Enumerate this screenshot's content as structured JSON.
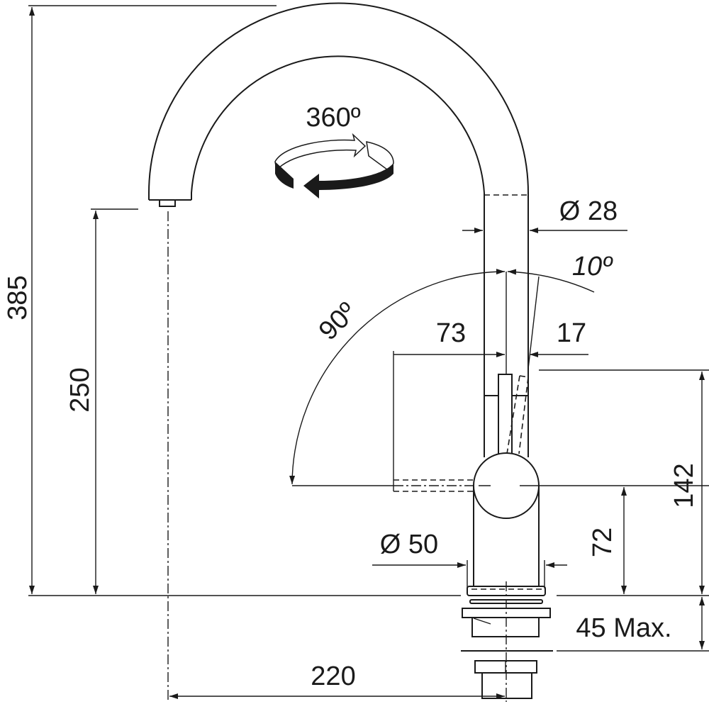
{
  "diagram": {
    "rotation_label": "360º",
    "dimensions": {
      "total_height": "385",
      "spout_height": "250",
      "spout_reach": "220",
      "spout_diameter": "Ø 28",
      "lever_tilt": "10º",
      "lever_swing": "90º",
      "lever_reach_front": "73",
      "lever_reach_back": "17",
      "lever_height": "142",
      "handle_height": "72",
      "base_diameter": "Ø 50",
      "max_worktop": "45 Max."
    },
    "colors": {
      "line": "#1a1a1a",
      "background": "#ffffff"
    }
  }
}
